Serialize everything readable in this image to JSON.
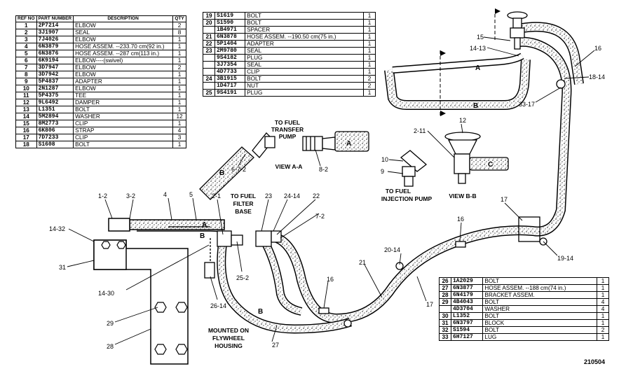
{
  "parts_table_1": {
    "headers": {
      "ref": "REF NO",
      "part": "PART NUMBER",
      "desc": "DESCRIPTION",
      "qty": "QTY"
    },
    "rows": [
      {
        "ref": "1",
        "part": "2P7214",
        "desc": "ELBOW",
        "qty": "2"
      },
      {
        "ref": "2",
        "part": "3J1907",
        "desc": "SEAL",
        "qty": "8"
      },
      {
        "ref": "3",
        "part": "7J4026",
        "desc": "ELBOW",
        "qty": "1"
      },
      {
        "ref": "4",
        "part": "6N3879",
        "desc": "HOSE ASSEM. --233.70 cm(92 in.)",
        "qty": "1"
      },
      {
        "ref": "5",
        "part": "6N3876",
        "desc": "HOSE ASSEM. --287 cm(113 in.)",
        "qty": "1"
      },
      {
        "ref": "6",
        "part": "6K9194",
        "desc": "ELBOW----(swivel)",
        "qty": "1"
      },
      {
        "ref": "7",
        "part": "3D7947",
        "desc": "ELBOW",
        "qty": "2"
      },
      {
        "ref": "8",
        "part": "3D7942",
        "desc": "ELBOW",
        "qty": "1"
      },
      {
        "ref": "9",
        "part": "5P4837",
        "desc": "ADAPTER",
        "qty": "1"
      },
      {
        "ref": "10",
        "part": "2N1287",
        "desc": "ELBOW",
        "qty": "1"
      },
      {
        "ref": "11",
        "part": "5P4375",
        "desc": "TEE",
        "qty": "1"
      },
      {
        "ref": "12",
        "part": "9L6492",
        "desc": "DAMPER",
        "qty": "1"
      },
      {
        "ref": "13",
        "part": "L1351",
        "desc": "BOLT",
        "qty": "1"
      },
      {
        "ref": "14",
        "part": "5M2894",
        "desc": "WASHER",
        "qty": "12"
      },
      {
        "ref": "15",
        "part": "8M2773",
        "desc": "CLIP",
        "qty": "1"
      },
      {
        "ref": "16",
        "part": "6K806",
        "desc": "STRAP",
        "qty": "4"
      },
      {
        "ref": "17",
        "part": "7D7233",
        "desc": "CLIP",
        "qty": "3"
      },
      {
        "ref": "18",
        "part": "S1608",
        "desc": "BOLT",
        "qty": "1"
      }
    ]
  },
  "parts_table_2": {
    "rows": [
      {
        "ref": "19",
        "part": "S1619",
        "desc": "BOLT",
        "qty": "1"
      },
      {
        "ref": "20",
        "part": "S1590",
        "desc": "BOLT",
        "qty": "1"
      },
      {
        "ref": "",
        "part": "1B4971",
        "desc": "SPACER",
        "qty": "1"
      },
      {
        "ref": "21",
        "part": "6N3878",
        "desc": "HOSE ASSEM. --190.50 cm(75 in.)",
        "qty": "1"
      },
      {
        "ref": "22",
        "part": "5P1404",
        "desc": "ADAPTER",
        "qty": "1"
      },
      {
        "ref": "23",
        "part": "2M9780",
        "desc": "SEAL",
        "qty": "1"
      },
      {
        "ref": "",
        "part": "9S4182",
        "desc": "PLUG",
        "qty": "1"
      },
      {
        "ref": "",
        "part": "3J7354",
        "desc": "SEAL",
        "qty": "1"
      },
      {
        "ref": "",
        "part": "4D7733",
        "desc": "CLIP",
        "qty": "1"
      },
      {
        "ref": "24",
        "part": "3B1915",
        "desc": "BOLT",
        "qty": "2"
      },
      {
        "ref": "",
        "part": "1D4717",
        "desc": "NUT",
        "qty": "2"
      },
      {
        "ref": "25",
        "part": "9S4191",
        "desc": "PLUG",
        "qty": "1"
      }
    ]
  },
  "parts_table_3": {
    "rows": [
      {
        "ref": "26",
        "part": "1A2029",
        "desc": "BOLT",
        "qty": "1"
      },
      {
        "ref": "27",
        "part": "6N3877",
        "desc": "HOSE ASSEM. --188 cm(74 in.)",
        "qty": "1"
      },
      {
        "ref": "28",
        "part": "6N4179",
        "desc": "BRACKET ASSEM.",
        "qty": "1"
      },
      {
        "ref": "29",
        "part": "4B4043",
        "desc": "BOLT",
        "qty": "4"
      },
      {
        "ref": "",
        "part": "4D3704",
        "desc": "WASHER",
        "qty": "4"
      },
      {
        "ref": "30",
        "part": "L1352",
        "desc": "BOLT",
        "qty": "1"
      },
      {
        "ref": "31",
        "part": "6N3797",
        "desc": "BLOCK",
        "qty": "1"
      },
      {
        "ref": "32",
        "part": "S1594",
        "desc": "BOLT",
        "qty": "2"
      },
      {
        "ref": "33",
        "part": "6H7127",
        "desc": "LUG",
        "qty": "1"
      }
    ]
  },
  "captions": {
    "to_fuel_transfer_pump": [
      "TO FUEL",
      "TRANSFER",
      "PUMP"
    ],
    "view_aa": "VIEW A-A",
    "to_fuel_injection_pump": [
      "TO FUEL",
      "INJECTION PUMP"
    ],
    "view_bb": "VIEW B-B",
    "to_fuel_filter_base": [
      "TO FUEL",
      "FILTER",
      "BASE"
    ],
    "mounted_on": [
      "MOUNTED ON",
      "FLYWHEEL",
      "HOUSING"
    ],
    "figure_number": "210504"
  },
  "callouts": {
    "c1_2": "1-2",
    "c3_2": "3-2",
    "c4": "4",
    "c5": "5",
    "c2_1": "2-1",
    "c23": "23",
    "c24_14": "24-14",
    "c22": "22",
    "c7_2": "7-2",
    "c14_32": "14-32",
    "c31": "31",
    "c14_30": "14-30",
    "c25_2": "25-2",
    "c26_14": "26-14",
    "c29": "29",
    "c28": "28",
    "c27": "27",
    "c16a": "16",
    "c16b": "16",
    "c16c": "16",
    "c20_14": "20-14",
    "c21": "21",
    "c17a": "17",
    "c17b": "17",
    "c19_14": "19-14",
    "c6_7_2": "6-7-2",
    "c8_2": "8-2",
    "c10": "10",
    "c9": "9",
    "c2_11": "2-11",
    "c12": "12",
    "c15": "15",
    "c14_13": "14-13",
    "c18_14": "18-14",
    "c33_17": "33-17"
  },
  "section_letters": {
    "a": "A",
    "b": "B",
    "c": "C"
  }
}
